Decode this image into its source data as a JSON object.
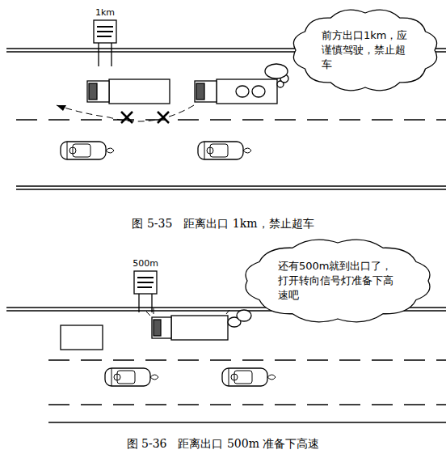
{
  "diagram": {
    "nodes": [
      {
        "text": [
          "1km"
        ]
      },
      {
        "text": [
          "前方出口1km，应谨慎驾驶，禁止超车"
        ]
      },
      {
        "text": [
          "500m"
        ]
      },
      {
        "text": [
          "还有500m就到出口了，打开转向信号灯准备下高速吧"
        ]
      }
    ],
    "labels": [
      "图 5-35　距离出口 1km，禁止超车",
      "图 5-36　距离出口 500m 准备下高速"
    ]
  }
}
